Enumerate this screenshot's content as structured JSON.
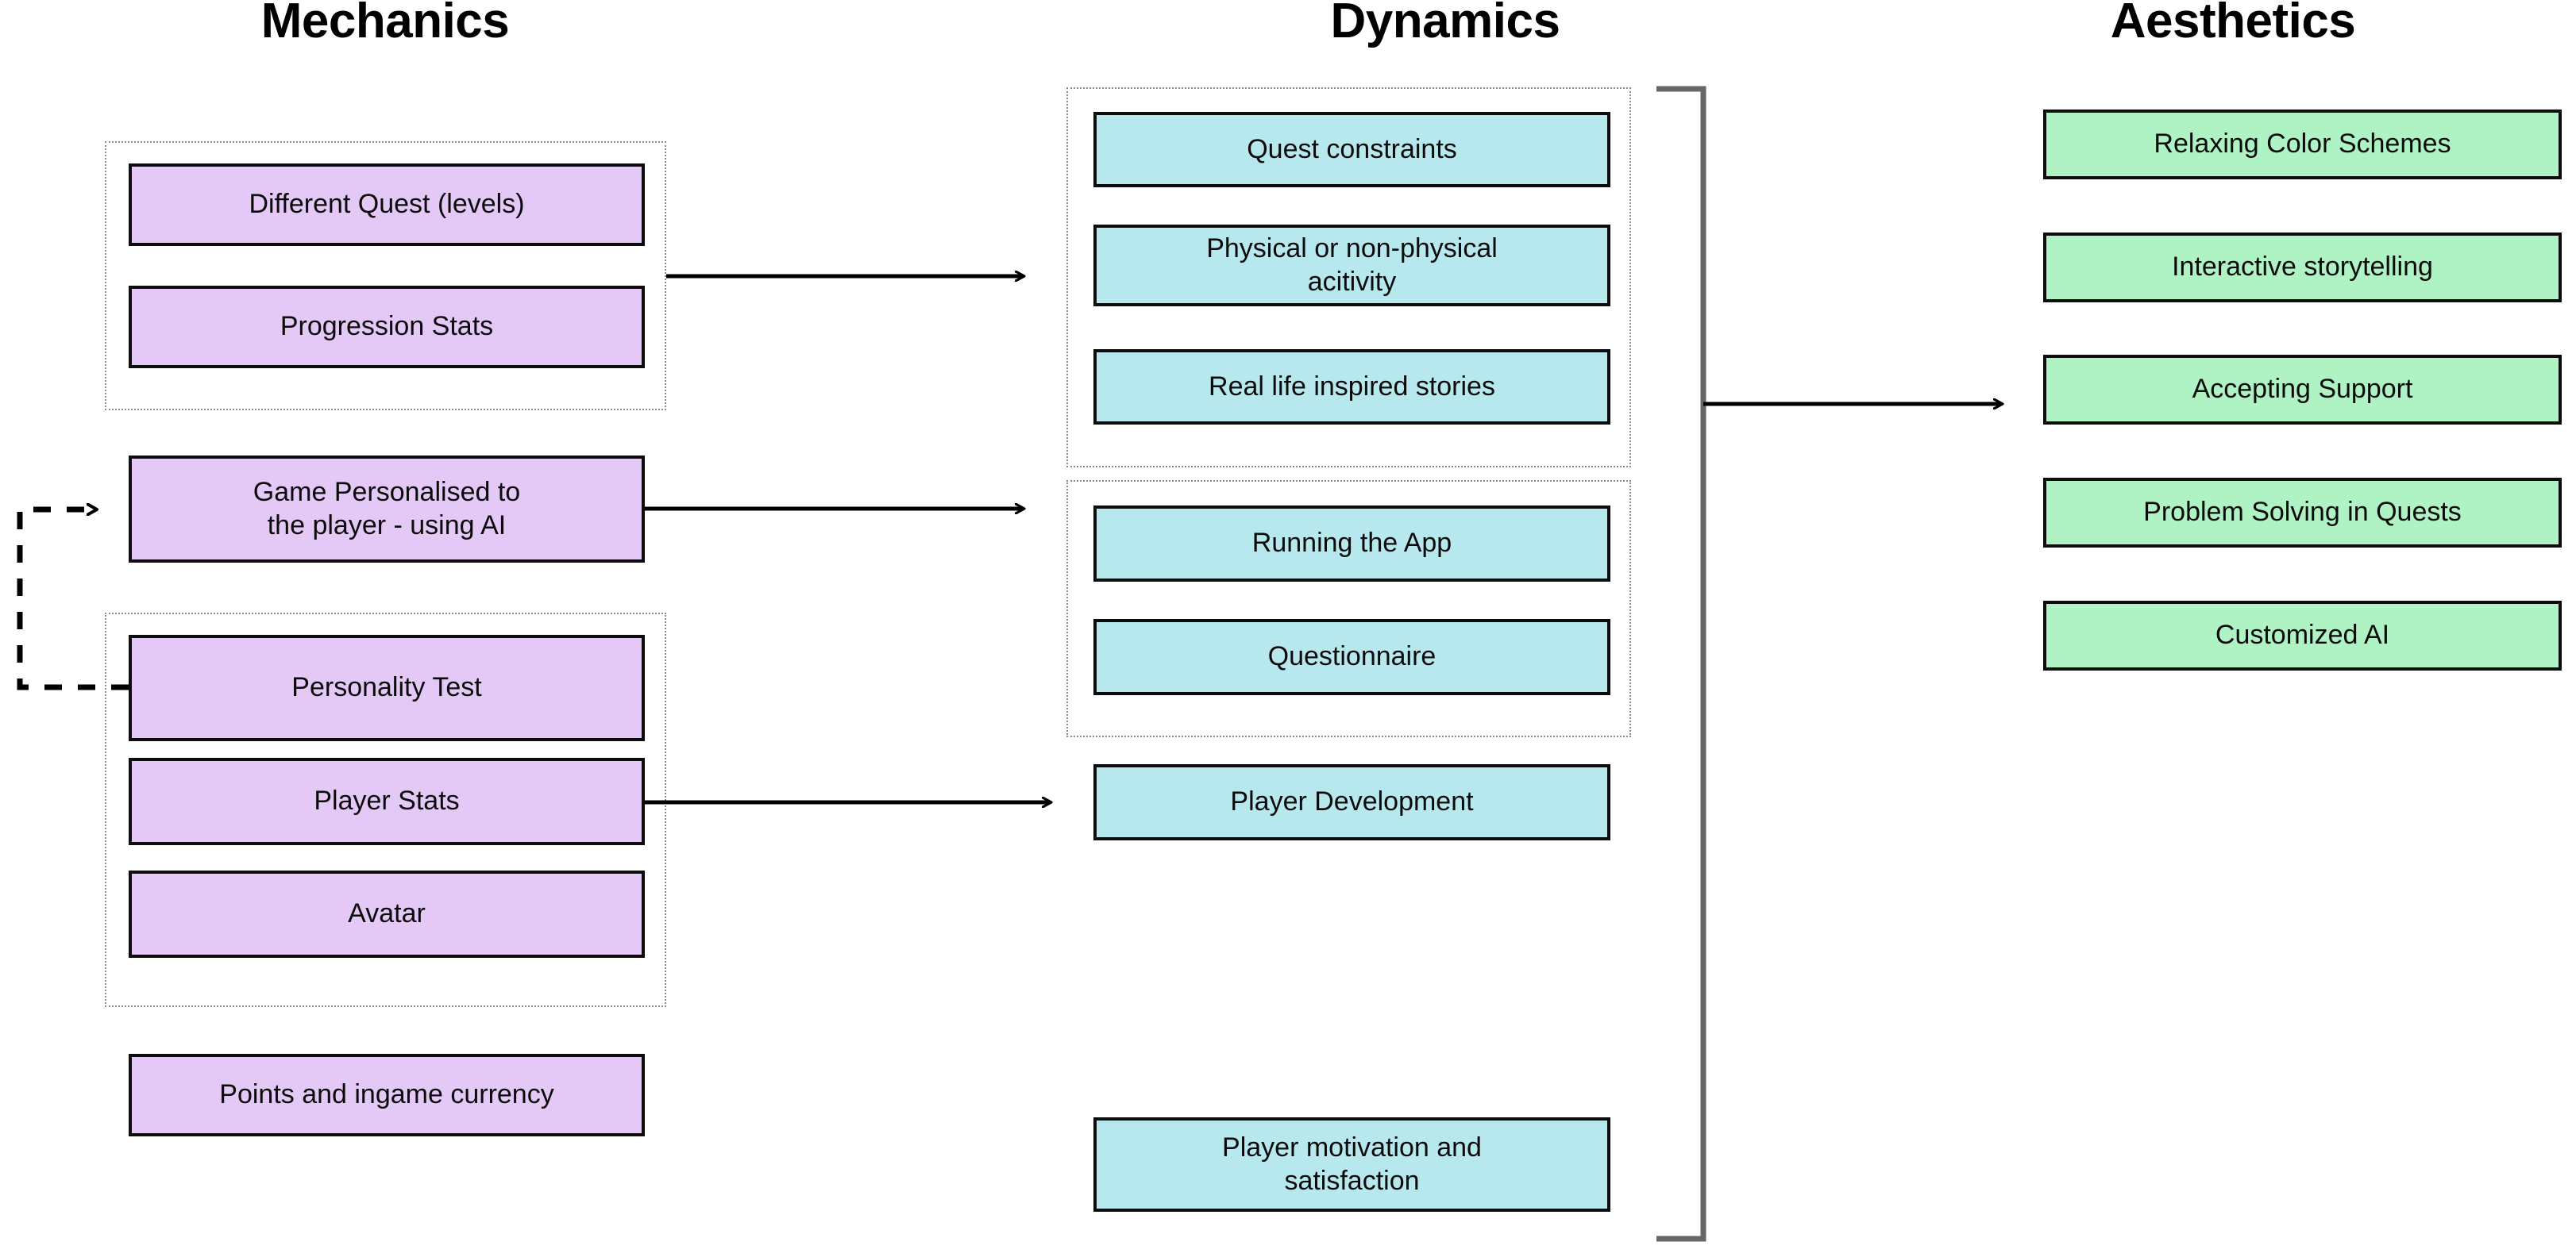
{
  "columns": {
    "mechanics": {
      "title": "Mechanics"
    },
    "dynamics": {
      "title": "Dynamics"
    },
    "aesthetics": {
      "title": "Aesthetics"
    }
  },
  "mechanics_nodes": [
    {
      "label": "Different Quest (levels)"
    },
    {
      "label": "Progression Stats"
    },
    {
      "label": "Game Personalised to\nthe player - using AI"
    },
    {
      "label": "Personality Test"
    },
    {
      "label": "Player Stats"
    },
    {
      "label": "Avatar"
    },
    {
      "label": "Points and ingame currency"
    }
  ],
  "dynamics_nodes": [
    {
      "label": "Quest constraints"
    },
    {
      "label": "Physical or non-physical\nacitivity"
    },
    {
      "label": "Real life inspired stories"
    },
    {
      "label": "Running the App"
    },
    {
      "label": "Questionnaire"
    },
    {
      "label": "Player Development"
    },
    {
      "label": "Player motivation and\nsatisfaction"
    }
  ],
  "aesthetics_nodes": [
    {
      "label": "Relaxing Color Schemes"
    },
    {
      "label": "Interactive storytelling"
    },
    {
      "label": "Accepting Support"
    },
    {
      "label": "Problem Solving in Quests"
    },
    {
      "label": "Customized AI"
    }
  ],
  "colors": {
    "mechanics_fill": "#e4c9f7",
    "dynamics_fill": "#b6e8ee",
    "aesthetics_fill": "#aff2c4",
    "node_border": "#0d0d0d",
    "group_border": "#8a8a8a",
    "arrow": "#000000",
    "bracket": "#666666",
    "background": "#ffffff"
  }
}
